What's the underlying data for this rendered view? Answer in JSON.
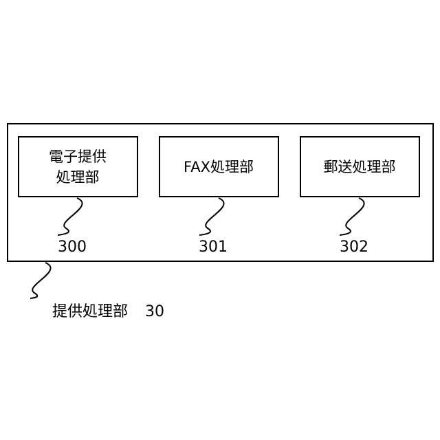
{
  "outer_unit": {
    "name": "提供処理部",
    "ref": "30"
  },
  "components": [
    {
      "lines": [
        "電子提供",
        "処理部"
      ],
      "ref": "300"
    },
    {
      "lines": [
        "FAX処理部"
      ],
      "ref": "301"
    },
    {
      "lines": [
        "郵送処理部"
      ],
      "ref": "302"
    }
  ]
}
